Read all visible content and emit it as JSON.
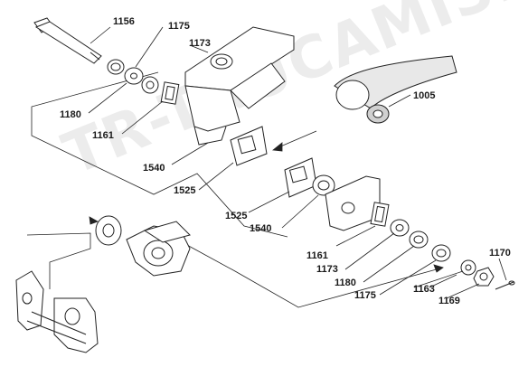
{
  "watermark": "TR-TRUCAMISER.RU",
  "labels": {
    "l1156": "1156",
    "l1175a": "1175",
    "l1173a": "1173",
    "l1180a": "1180",
    "l1161a": "1161",
    "l1005": "1005",
    "l1540a": "1540",
    "l1525a": "1525",
    "l1525b": "1525",
    "l1540b": "1540",
    "l1161b": "1161",
    "l1173b": "1173",
    "l1180b": "1180",
    "l1175b": "1175",
    "l1163": "1163",
    "l1169": "1169",
    "l1170": "1170"
  }
}
